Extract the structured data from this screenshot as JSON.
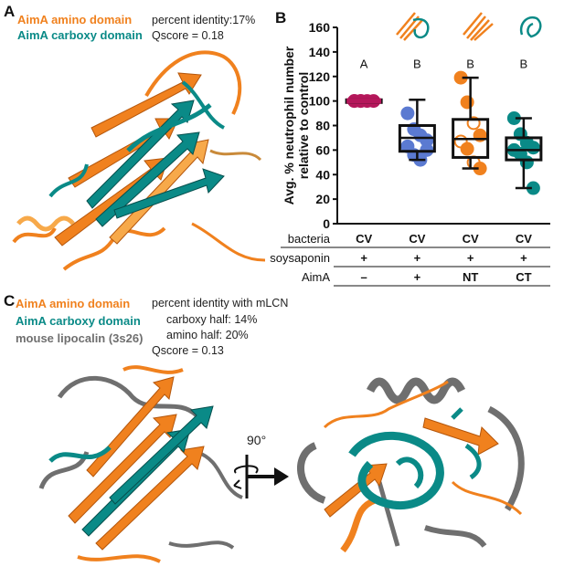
{
  "panels": {
    "a": {
      "letter": "A",
      "amino": "AimA amino domain",
      "carboxy": "AimA carboxy domain",
      "identity": "percent identity:17%",
      "qscore": "Qscore = 0.18"
    },
    "b": {
      "letter": "B"
    },
    "c": {
      "letter": "C",
      "amino": "AimA amino domain",
      "carboxy": "AimA carboxy domain",
      "mouse": "mouse lipocalin (3s26)",
      "identity_title": "percent identity with mLCN",
      "carboxy_half": "carboxy half: 14%",
      "amino_half": "amino half: 20%",
      "qscore": "Qscore = 0.13",
      "rotation": "90°"
    }
  },
  "colors": {
    "orange": "#f0811e",
    "teal": "#0a8a87",
    "gray": "#6f6f6f",
    "magenta": "#b5175b",
    "blue": "#5b7ad1"
  },
  "chart_data": {
    "type": "box",
    "ylabel_line1": "Avg. % neutrophil number",
    "ylabel_line2": "relative to control",
    "ylim": [
      0,
      160
    ],
    "yticks": [
      "0",
      "20",
      "40",
      "60",
      "80",
      "100",
      "120",
      "140",
      "160"
    ],
    "groups": [
      {
        "letter": "A",
        "bacteria": "CV",
        "soysaponin": "+",
        "aima": "–",
        "color": "#b5175b",
        "min": 99,
        "q1": 99,
        "median": 100,
        "q3": 101,
        "max": 101,
        "points": [
          100,
          100,
          100,
          100,
          100,
          100
        ]
      },
      {
        "letter": "B",
        "bacteria": "CV",
        "soysaponin": "+",
        "aima": "+",
        "color": "#5b7ad1",
        "min": 52,
        "q1": 59,
        "median": 70,
        "q3": 80,
        "max": 101,
        "points": [
          90,
          77,
          72,
          68,
          63,
          56,
          52,
          60
        ]
      },
      {
        "letter": "B",
        "bacteria": "CV",
        "soysaponin": "+",
        "aima": "NT",
        "color": "#f0811e",
        "min": 45,
        "q1": 54,
        "median": 69,
        "q3": 85,
        "max": 119,
        "points": [
          119,
          99,
          82,
          72,
          67,
          61,
          50,
          45
        ]
      },
      {
        "letter": "B",
        "bacteria": "CV",
        "soysaponin": "+",
        "aima": "CT",
        "color": "#0a8a87",
        "min": 29,
        "q1": 52,
        "median": 60,
        "q3": 70,
        "max": 86,
        "points": [
          86,
          73,
          66,
          62,
          60,
          57,
          50,
          29
        ]
      }
    ],
    "row_labels": {
      "bacteria": "bacteria",
      "soysaponin": "soysaponin",
      "aima": "AimA"
    }
  }
}
